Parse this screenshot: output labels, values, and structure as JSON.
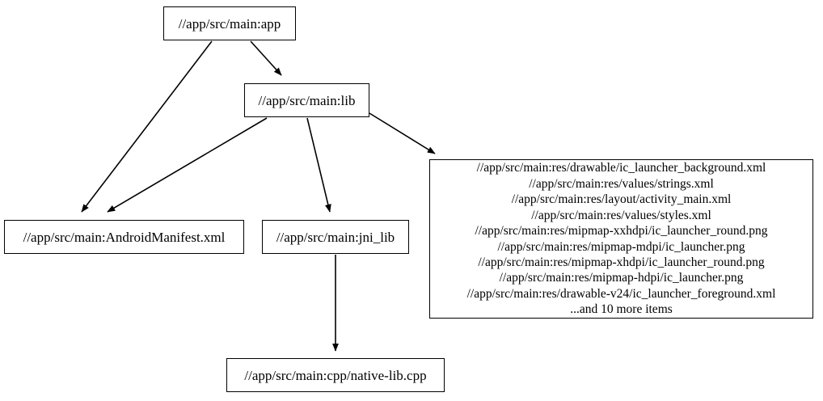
{
  "diagram": {
    "type": "directed-dependency-graph",
    "title": "",
    "background_color": "#ffffff",
    "node_border_color": "#000000",
    "edge_color": "#000000",
    "text_color": "#000000"
  },
  "nodes": {
    "app": {
      "id": "app",
      "label": "//app/src/main:app"
    },
    "lib": {
      "id": "lib",
      "label": "//app/src/main:lib"
    },
    "manifest": {
      "id": "manifest",
      "label": "//app/src/main:AndroidManifest.xml"
    },
    "jni_lib": {
      "id": "jni_lib",
      "label": "//app/src/main:jni_lib"
    },
    "native_lib": {
      "id": "native_lib",
      "label": "//app/src/main:cpp/native-lib.cpp"
    },
    "resources": {
      "id": "resources",
      "lines": [
        "//app/src/main:res/drawable/ic_launcher_background.xml",
        "//app/src/main:res/values/strings.xml",
        "//app/src/main:res/layout/activity_main.xml",
        "//app/src/main:res/values/styles.xml",
        "//app/src/main:res/mipmap-xxhdpi/ic_launcher_round.png",
        "//app/src/main:res/mipmap-mdpi/ic_launcher.png",
        "//app/src/main:res/mipmap-xhdpi/ic_launcher_round.png",
        "//app/src/main:res/mipmap-hdpi/ic_launcher.png",
        "//app/src/main:res/drawable-v24/ic_launcher_foreground.xml",
        "...and 10 more items"
      ],
      "label": "//app/src/main:res/drawable/ic_launcher_background.xml\n//app/src/main:res/values/strings.xml\n//app/src/main:res/layout/activity_main.xml\n//app/src/main:res/values/styles.xml\n//app/src/main:res/mipmap-xxhdpi/ic_launcher_round.png\n//app/src/main:res/mipmap-mdpi/ic_launcher.png\n//app/src/main:res/mipmap-xhdpi/ic_launcher_round.png\n//app/src/main:res/mipmap-hdpi/ic_launcher.png\n//app/src/main:res/drawable-v24/ic_launcher_foreground.xml\n...and 10 more items"
    }
  },
  "edges": [
    {
      "id": "app-to-manifest",
      "from": "app",
      "to": "manifest"
    },
    {
      "id": "app-to-lib",
      "from": "app",
      "to": "lib"
    },
    {
      "id": "lib-to-manifest",
      "from": "lib",
      "to": "manifest"
    },
    {
      "id": "lib-to-jni-lib",
      "from": "lib",
      "to": "jni_lib"
    },
    {
      "id": "lib-to-resources",
      "from": "lib",
      "to": "resources"
    },
    {
      "id": "jni-lib-to-native-lib",
      "from": "jni_lib",
      "to": "native_lib"
    }
  ]
}
